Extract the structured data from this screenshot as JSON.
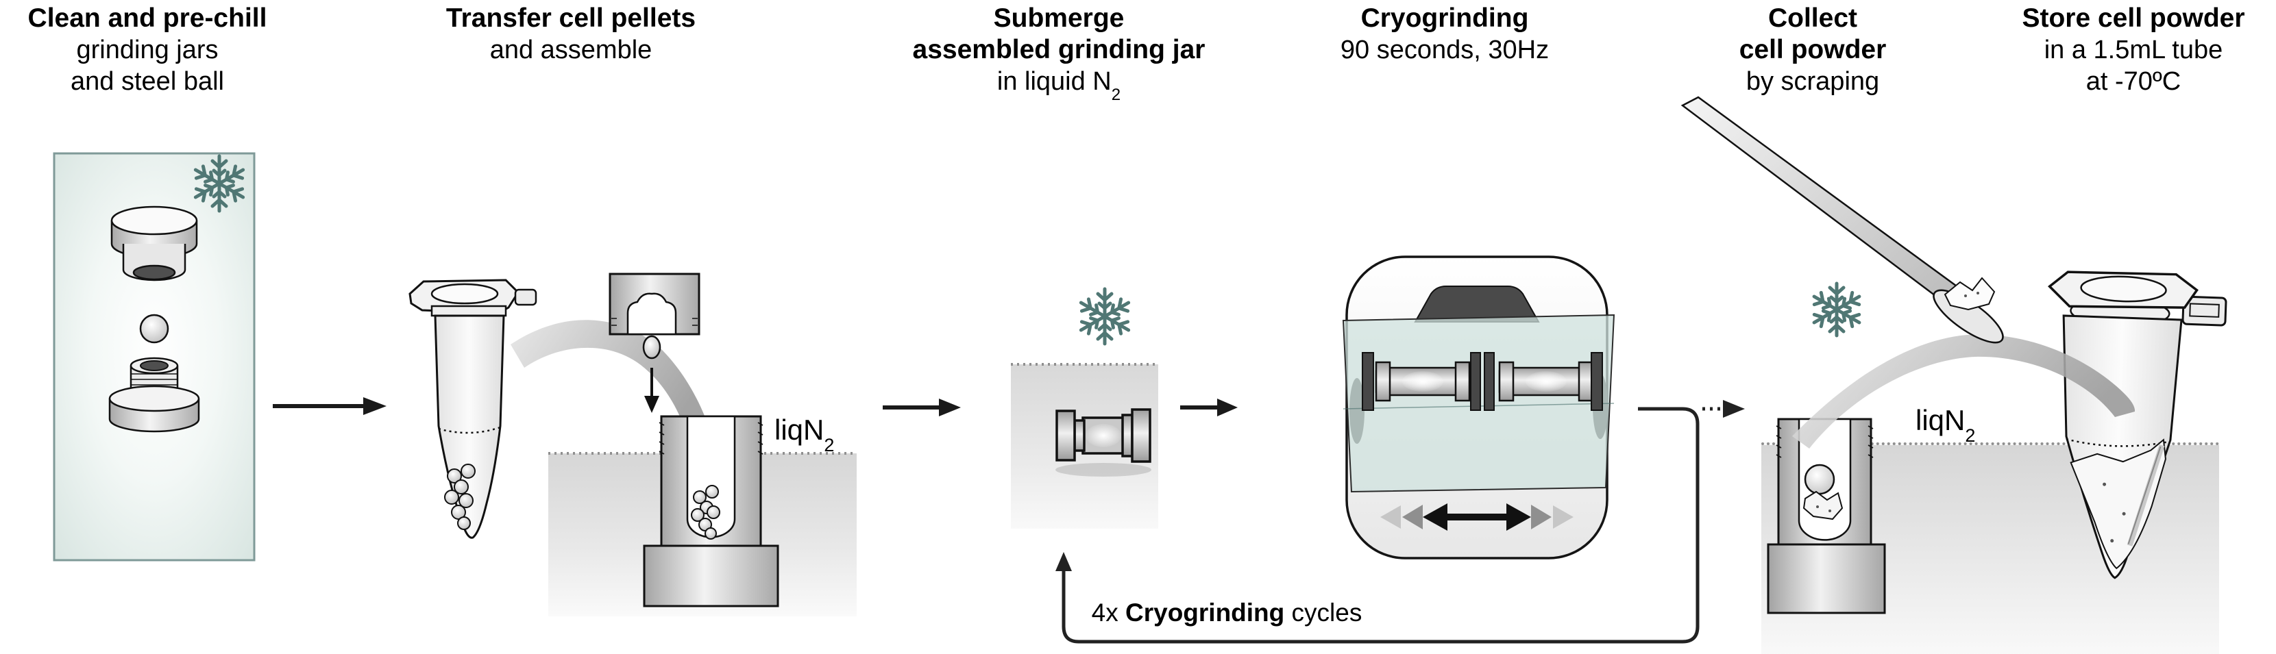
{
  "figure": {
    "type": "protocol-workflow-diagram",
    "subject": "Cryogrinding of cell pellets"
  },
  "colors": {
    "background": "#ffffff",
    "text": "#000000",
    "snowflake_teal": "#507774",
    "panel_mint_fill": "#dfe9e6",
    "panel_border": "#7f9a98",
    "machine_window_teal": "#cfe2de",
    "bath_gray": "#d6d6d6",
    "outline_black": "#1a1a1a",
    "loop_line": "#222222"
  },
  "steps": [
    {
      "bold1": "Clean and pre-chill",
      "reg1": "grinding jars",
      "reg2": "and steel ball"
    },
    {
      "bold1": "Transfer cell pellets",
      "reg1": "and assemble"
    },
    {
      "bold1": "Submerge",
      "bold2": "assembled grinding jar",
      "reg1": "in liquid N",
      "reg1_sub": "2"
    },
    {
      "bold1": "Cryogrinding",
      "reg1": "90 seconds, 30Hz"
    },
    {
      "bold1": "Collect",
      "bold2": "cell powder",
      "reg1": "by scraping"
    },
    {
      "bold1": "Store cell powder",
      "reg1": "in a 1.5mL tube",
      "reg2": "at -70ºC"
    }
  ],
  "annotations": {
    "liq_n2_left": {
      "text": "liqN",
      "sub": "2"
    },
    "liq_n2_right": {
      "text": "liqN",
      "sub": "2"
    },
    "loop": {
      "prefix": "4x ",
      "bold": "Cryogrinding",
      "suffix": " cycles"
    }
  },
  "icons": [
    "snowflake-icon (pre-chill panel)",
    "snowflake-icon (submerge step)",
    "snowflake-icon (collect step)",
    "flow-arrow x3",
    "dotted-flow-arrow",
    "feedback-loop-arrow",
    "shake-motion-arrows"
  ]
}
